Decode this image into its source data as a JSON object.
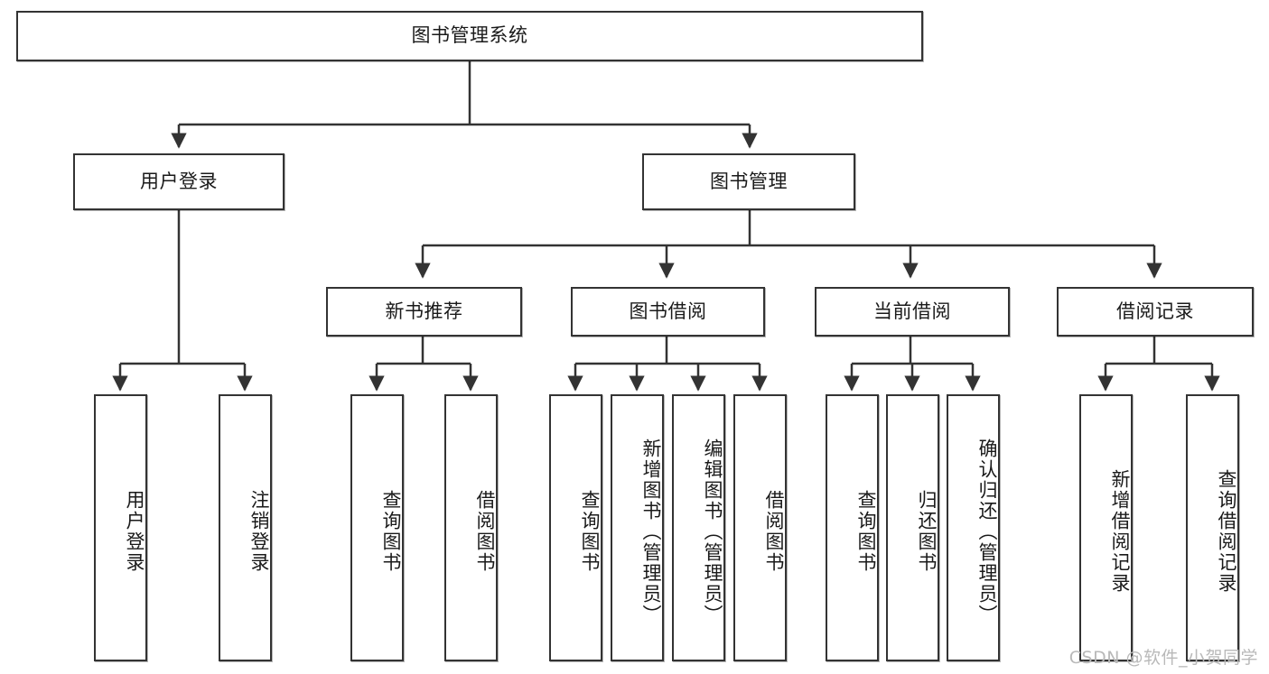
{
  "diagram": {
    "title": "图书管理系统",
    "type": "tree-hierarchy-chart",
    "colors": {
      "node_border": "#333333",
      "node_fill": "#ffffff",
      "edge": "#333333",
      "text": "#1a1a1a",
      "watermark": "#b9b9b9",
      "background": "#ffffff"
    },
    "watermark": "CSDN @软件_小贺同学",
    "nodes": {
      "root": {
        "label": "图书管理系统"
      },
      "level2": [
        {
          "id": "user-login",
          "label": "用户登录"
        },
        {
          "id": "book-manage",
          "label": "图书管理"
        }
      ],
      "level3": [
        {
          "id": "new-book-rec",
          "label": "新书推荐"
        },
        {
          "id": "book-borrow",
          "label": "图书借阅"
        },
        {
          "id": "current-borrow",
          "label": "当前借阅"
        },
        {
          "id": "borrow-record",
          "label": "借阅记录"
        }
      ],
      "leaves": {
        "user-login": [
          {
            "id": "leaf-user-login",
            "label": "用户登录"
          },
          {
            "id": "leaf-logout",
            "label": "注销登录"
          }
        ],
        "new-book-rec": [
          {
            "id": "leaf-query-book-1",
            "label": "查询图书"
          },
          {
            "id": "leaf-borrow-book-1",
            "label": "借阅图书"
          }
        ],
        "book-borrow": [
          {
            "id": "leaf-query-book-2",
            "label": "查询图书"
          },
          {
            "id": "leaf-add-book",
            "label": "新增图书（管理员）"
          },
          {
            "id": "leaf-edit-book",
            "label": "编辑图书（管理员）"
          },
          {
            "id": "leaf-borrow-book-2",
            "label": "借阅图书"
          }
        ],
        "current-borrow": [
          {
            "id": "leaf-query-book-3",
            "label": "查询图书"
          },
          {
            "id": "leaf-return-book",
            "label": "归还图书"
          },
          {
            "id": "leaf-confirm-return",
            "label": "确认归还（管理员）"
          }
        ],
        "borrow-record": [
          {
            "id": "leaf-add-record",
            "label": "新增借阅记录"
          },
          {
            "id": "leaf-query-record",
            "label": "查询借阅记录"
          }
        ]
      }
    }
  }
}
